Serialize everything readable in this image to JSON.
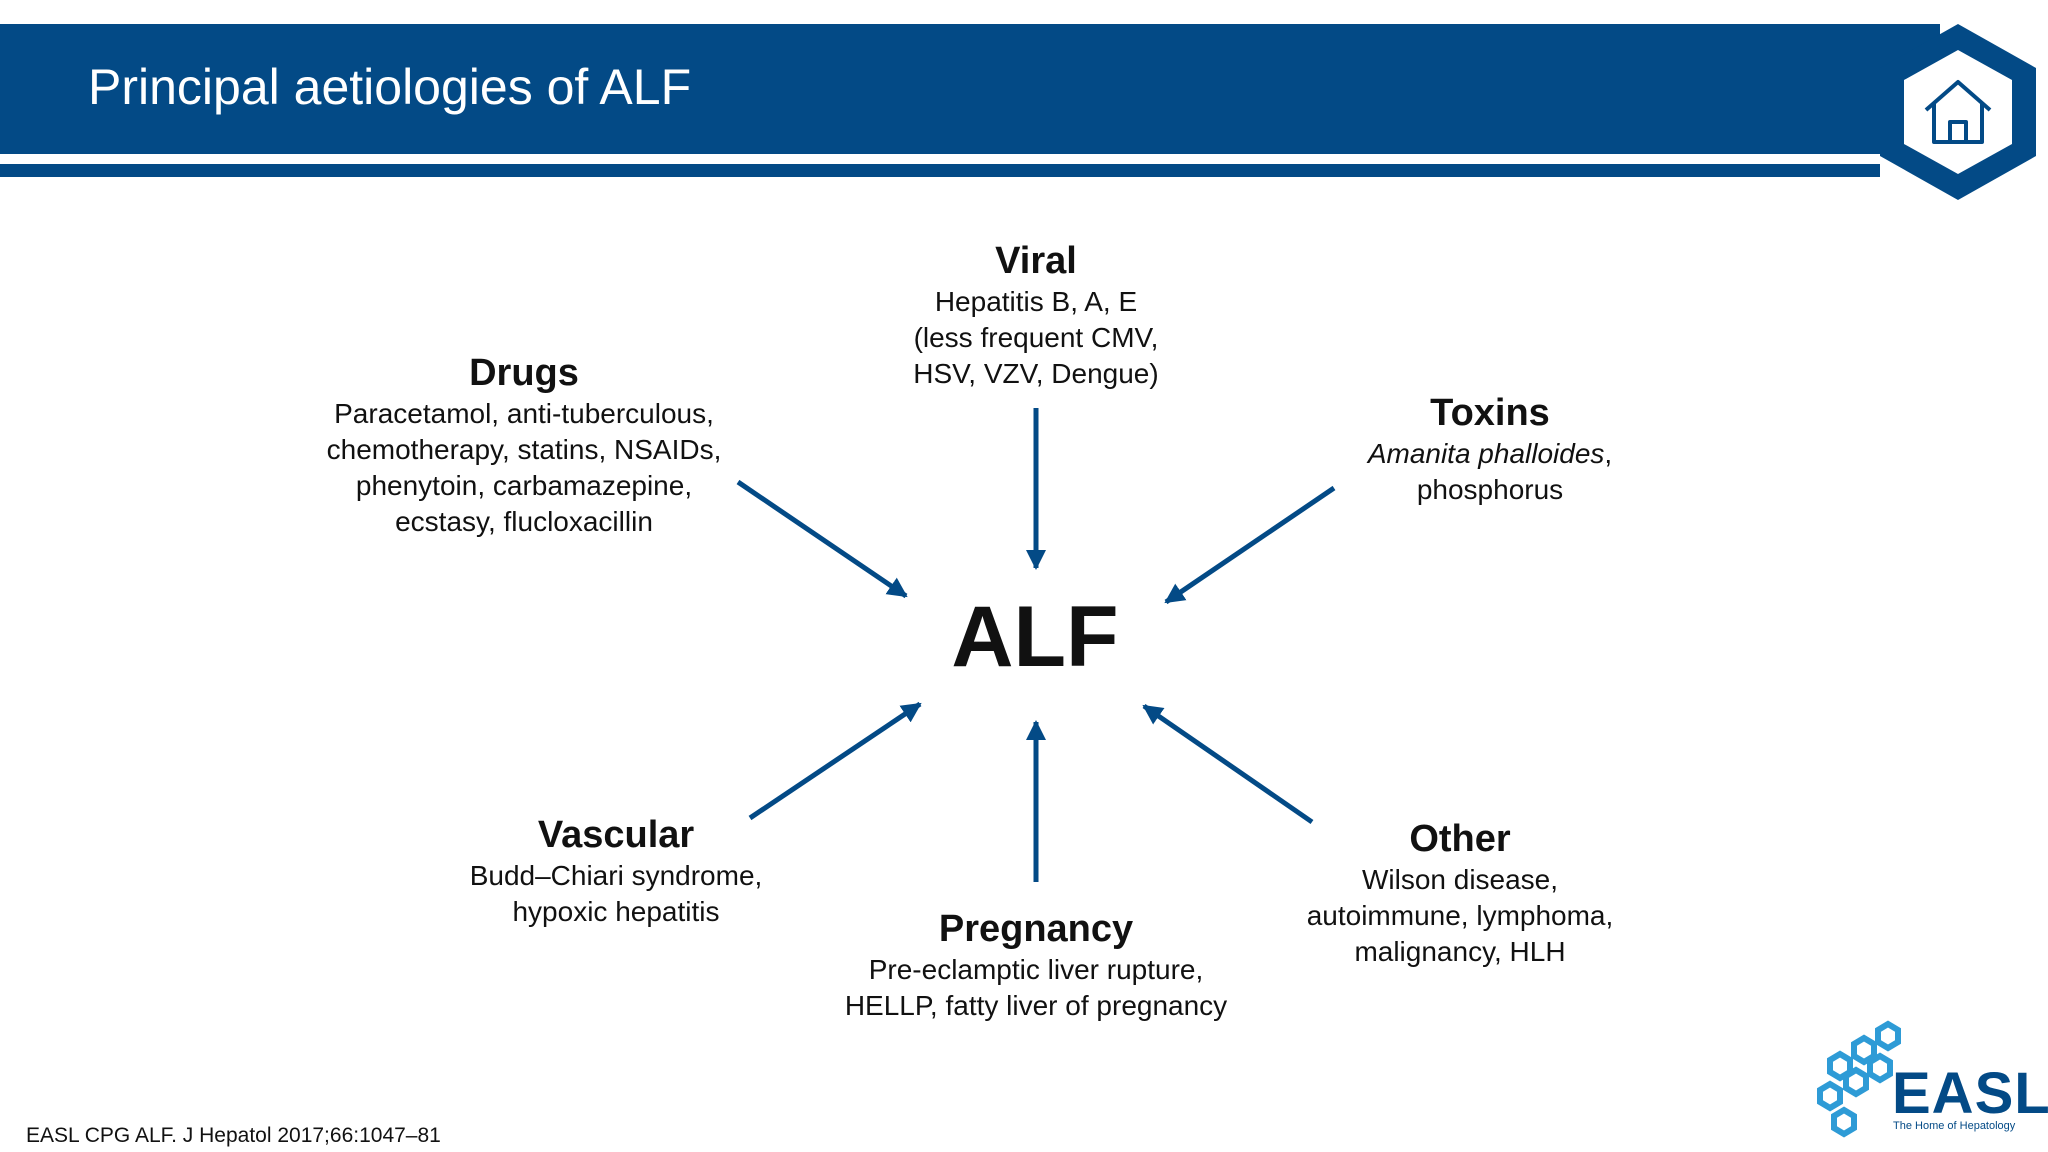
{
  "slide": {
    "title": "Principal aetiologies of ALF",
    "accent_color": "#034A86",
    "home_icon": "home-icon"
  },
  "diagram": {
    "center": "ALF",
    "nodes": {
      "viral": {
        "title": "Viral",
        "lines": [
          "Hepatitis B, A, E",
          "(less frequent CMV,",
          "HSV, VZV, Dengue)"
        ]
      },
      "drugs": {
        "title": "Drugs",
        "lines": [
          "Paracetamol, anti-tuberculous,",
          "chemotherapy, statins, NSAIDs,",
          "phenytoin, carbamazepine,",
          "ecstasy, flucloxacillin"
        ]
      },
      "toxins": {
        "title": "Toxins",
        "lines": [
          "Amanita phalloides",
          ",",
          "phosphorus"
        ]
      },
      "vascular": {
        "title": "Vascular",
        "lines": [
          "Budd–Chiari syndrome,",
          "hypoxic hepatitis"
        ]
      },
      "pregnancy": {
        "title": "Pregnancy",
        "lines": [
          "Pre-eclamptic liver rupture,",
          "HELLP, fatty liver of pregnancy"
        ]
      },
      "other": {
        "title": "Other",
        "lines": [
          "Wilson disease,",
          "autoimmune, lymphoma,",
          "malignancy, HLH"
        ]
      }
    }
  },
  "footer": {
    "citation": "EASL CPG ALF. J Hepatol 2017;66:1047–81",
    "logo_text": "EASL",
    "logo_tagline": "The Home of Hepatology"
  }
}
